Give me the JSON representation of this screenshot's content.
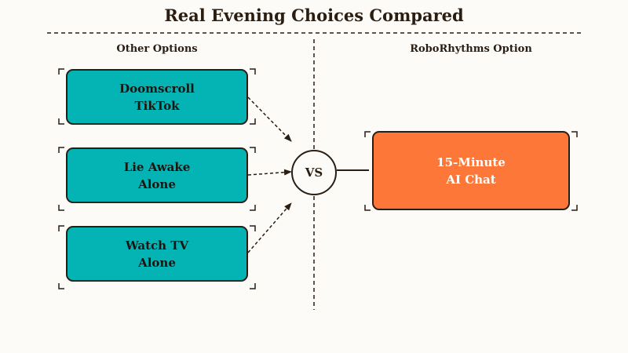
{
  "title": "Real Evening Choices Compared",
  "columns": {
    "left_label": "Other Options",
    "right_label": "RoboRhythms Option"
  },
  "options": [
    {
      "label": "Doomscroll\nTikTok"
    },
    {
      "label": "Lie Awake\nAlone"
    },
    {
      "label": "Watch TV\nAlone"
    }
  ],
  "vs_label": "VS",
  "featured": {
    "label": "15-Minute\nAI Chat"
  },
  "colors": {
    "background": "#fdfbf8",
    "teal": "#04b3b4",
    "orange": "#fd7838",
    "ink": "#2a1d12"
  }
}
